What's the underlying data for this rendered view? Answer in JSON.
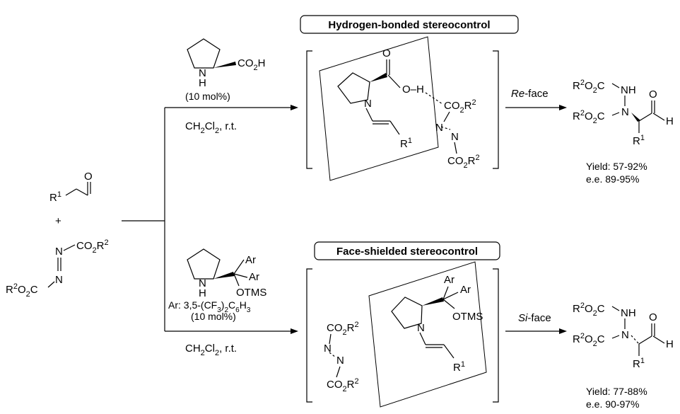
{
  "top_box_title": "Hydrogen-bonded stereocontrol",
  "bottom_box_title": "Face-shielded stereocontrol",
  "reactants": {
    "aldehyde_r": "R",
    "aldehyde_o": "O",
    "plus": "+",
    "azo_co2r_top": "CO",
    "azo_r_left": "R",
    "azo_o2c": "O",
    "n": "N",
    "sub1": "1",
    "sub2": "2"
  },
  "top_route": {
    "catalyst_nh": "N",
    "catalyst_h": "H",
    "catalyst_co2h": "CO",
    "catalyst_loading": "(10 mol%)",
    "conditions": "CH",
    "conditions_tail": ", r.t.",
    "face_label_italic": "Re",
    "face_label_rest": "-face",
    "yield": "Yield: 57-92%",
    "ee": "e.e. 89-95%"
  },
  "bottom_route": {
    "catalyst_ar1": "Ar",
    "catalyst_ar2": "Ar",
    "catalyst_otms": "OTMS",
    "ar_definition_prefix": "Ar: 3,5-(CF",
    "catalyst_loading": "(10 mol%)",
    "conditions": "CH",
    "conditions_tail": ", r.t.",
    "face_label_italic": "Si",
    "face_label_rest": "-face",
    "yield": "Yield: 77-88%",
    "ee": "e.e. 90-97%"
  },
  "intermediate": {
    "oh": "O",
    "h": "H",
    "n": "N",
    "co2r": "CO",
    "r1": "R",
    "otms": "OTMS",
    "ar": "Ar"
  },
  "product": {
    "nh": "NH",
    "n": "N",
    "h": "H",
    "o": "O",
    "r": "R",
    "o2c": "O"
  }
}
